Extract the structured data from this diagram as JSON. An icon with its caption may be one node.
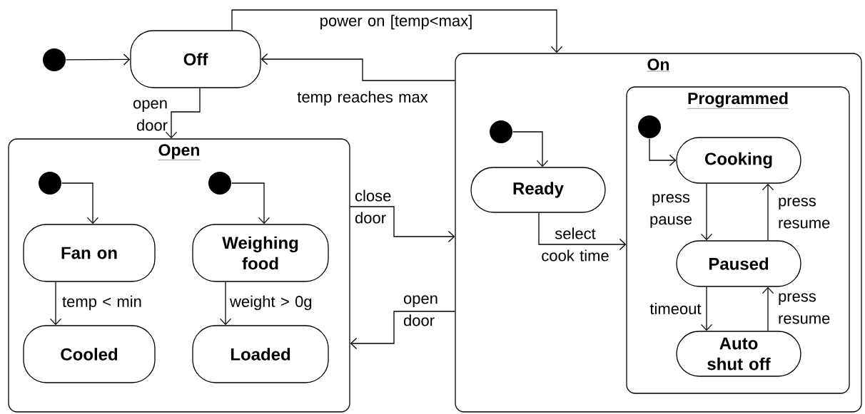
{
  "diagram": {
    "nodes": [
      {
        "text": [],
        "shape": "circle"
      },
      {
        "text": [
          "Off"
        ]
      },
      {
        "text": [
          "Open"
        ]
      },
      {
        "text": [],
        "shape": "circle",
        "in": 2
      },
      {
        "text": [],
        "shape": "circle",
        "in": 2
      },
      {
        "text": [
          "Fan on"
        ],
        "in": 2
      },
      {
        "text": [
          "Weighing food"
        ],
        "in": 2
      },
      {
        "text": [
          "Cooled"
        ],
        "in": 2
      },
      {
        "text": [
          "Loaded"
        ],
        "in": 2
      },
      {
        "text": [
          "On"
        ]
      },
      {
        "text": [],
        "shape": "circle",
        "in": 9
      },
      {
        "text": [
          "Ready"
        ],
        "in": 9
      },
      {
        "text": [
          "Programmed"
        ],
        "in": 9
      },
      {
        "text": [],
        "shape": "circle",
        "in": 12
      },
      {
        "text": [
          "Cooking"
        ],
        "in": 12
      },
      {
        "text": [
          "Paused"
        ],
        "in": 12
      },
      {
        "text": [
          "Auto shut off"
        ],
        "in": 12
      }
    ],
    "edges": [
      {
        "from": 0,
        "to": 1,
        "arrow": "to"
      },
      {
        "from": 1,
        "to": 9,
        "arrow": "to",
        "label": "power on [temp<max]"
      },
      {
        "from": 9,
        "to": 1,
        "arrow": "to",
        "label": "temp reaches max"
      },
      {
        "from": 1,
        "to": 2,
        "arrow": "to",
        "label": "open door"
      },
      {
        "from": 2,
        "to": 9,
        "arrow": "to",
        "label": "close door"
      },
      {
        "from": 9,
        "to": 2,
        "arrow": "to",
        "label": "open door"
      },
      {
        "from": 3,
        "to": 5,
        "arrow": "to"
      },
      {
        "from": 4,
        "to": 6,
        "arrow": "to"
      },
      {
        "from": 5,
        "to": 7,
        "arrow": "to",
        "label": "temp < min"
      },
      {
        "from": 6,
        "to": 8,
        "arrow": "to",
        "label": "weight > 0g"
      },
      {
        "from": 10,
        "to": 11,
        "arrow": "to"
      },
      {
        "from": 11,
        "to": 12,
        "arrow": "to",
        "label": "select cook time"
      },
      {
        "from": 13,
        "to": 14,
        "arrow": "to"
      },
      {
        "from": 14,
        "to": 15,
        "arrow": "to",
        "label": "press pause"
      },
      {
        "from": 15,
        "to": 14,
        "arrow": "to",
        "label": "press resume"
      },
      {
        "from": 15,
        "to": 16,
        "arrow": "to",
        "label": "timeout"
      },
      {
        "from": 16,
        "to": 15,
        "arrow": "to",
        "label": "press resume"
      }
    ]
  }
}
